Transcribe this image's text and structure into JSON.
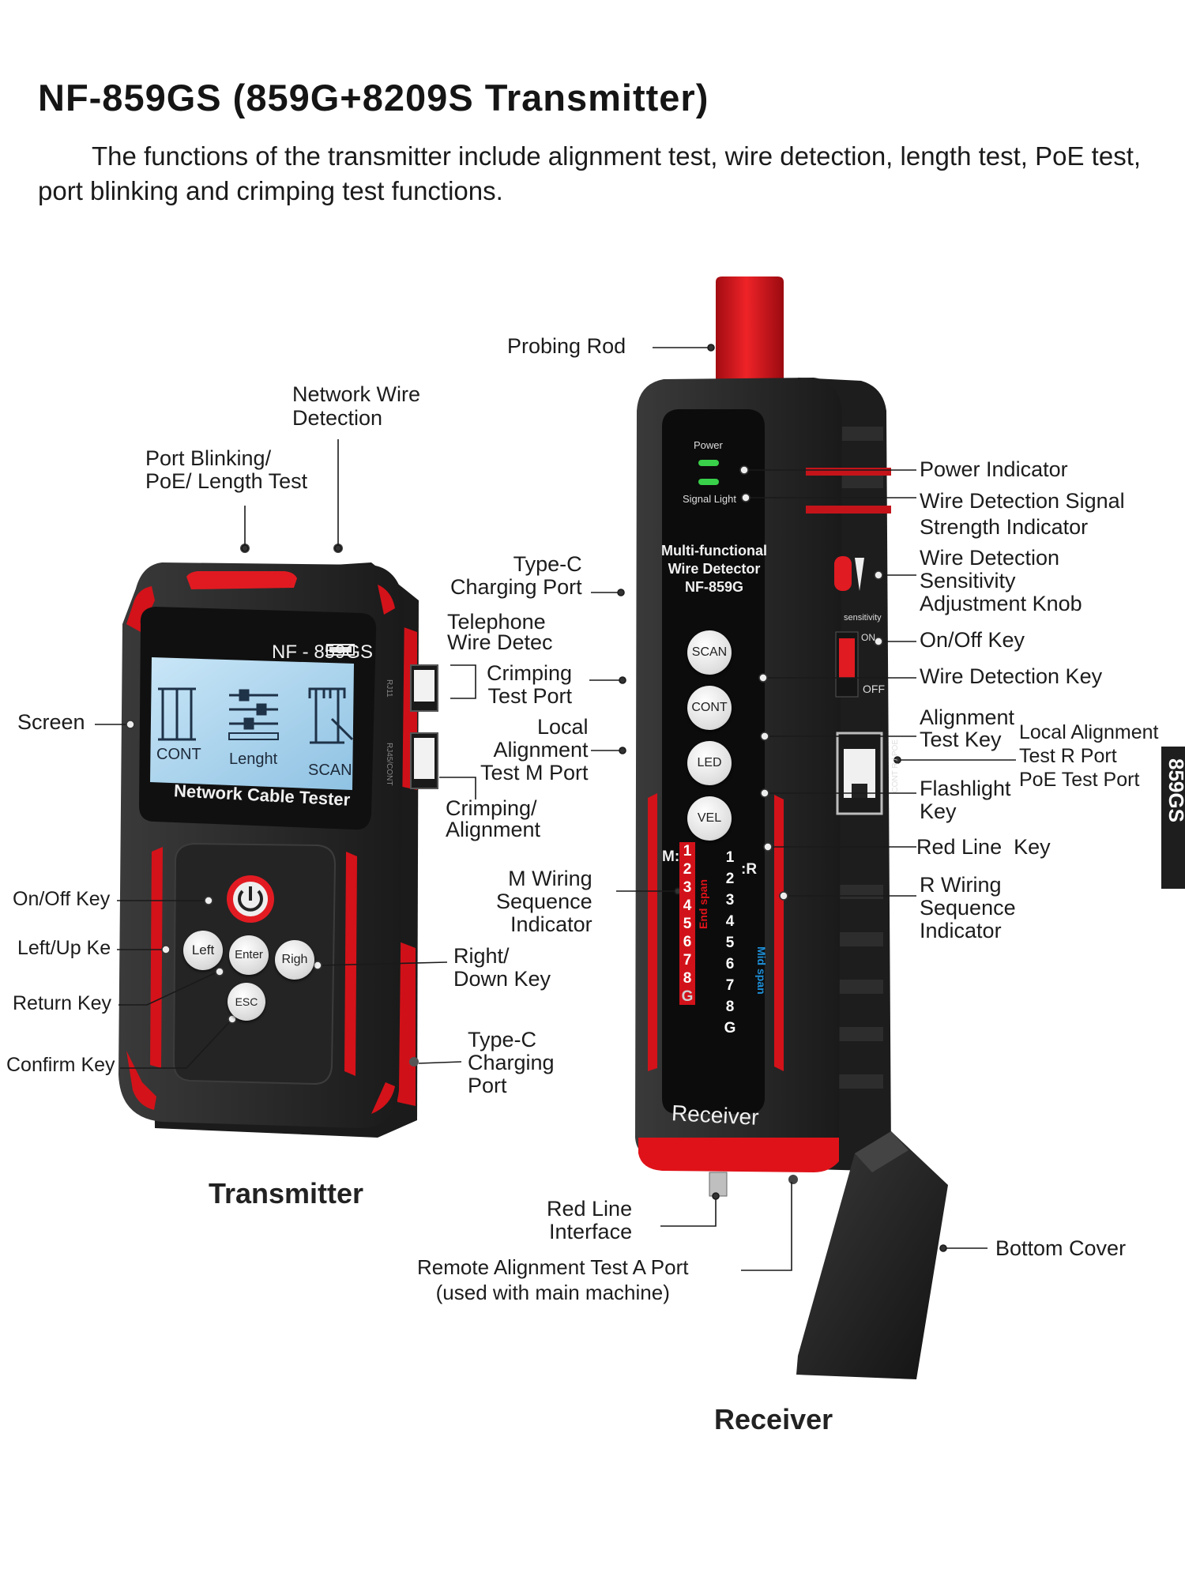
{
  "header": {
    "title": "NF-859GS (859G+8209S Transmitter)",
    "intro": "The functions of the transmitter include alignment test, wire detection, length test, PoE test, port blinking and crimping test functions."
  },
  "transmitter": {
    "model": "NF - 859GS",
    "screen_labels": [
      "CONT",
      "Lenght",
      "SCAN"
    ],
    "device_name": "Network Cable Tester",
    "keys": {
      "left": "Left",
      "enter": "Enter",
      "right": "Righ",
      "esc": "ESC"
    },
    "port_side_labels": [
      "RJ11",
      "RJ45/CONT"
    ],
    "caption": "Transmitter",
    "labels": {
      "network_wire_detection": "Network Wire\nDetection",
      "port_blinking": "Port Blinking/\nPoE/ Length Test",
      "screen": "Screen",
      "typec_charging_top": "Type-C\nCharging Port",
      "telephone_wire": "Telephone\nWire Detec",
      "crimping_test_port": "Crimping\nTest Port",
      "local_alignment_port": "Local\nAlignment\nTest M Port",
      "crimping_alignment": "Crimping/\nAlignment",
      "onoff_key": "On/Off Key",
      "leftup_key": "Left/Up Ke",
      "return_key": "Return Key",
      "confirm_key": "Confirm Key",
      "right_down_key": "Right/\nDown Key",
      "typec_charging_bottom": "Type-C\nCharging\nPort",
      "m_wiring": "M Wiring\nSequence\nIndicator"
    }
  },
  "receiver": {
    "power_label": "Power",
    "signal_label": "Signal Light",
    "device_name": "Multi-functional\nWire Detector\nNF-859G",
    "keys": [
      "SCAN",
      "CONT",
      "LED",
      "VEL"
    ],
    "sensitivity_label": "sensitivity",
    "on_label": "ON",
    "off_label": "OFF",
    "port_label": "CONT R / POE",
    "m_label": "M:",
    "r_label": ":R",
    "m_seq": [
      "1",
      "2",
      "3",
      "4",
      "5",
      "6",
      "7",
      "8",
      "G"
    ],
    "r_seq": [
      "1",
      "2",
      "3",
      "4",
      "5",
      "6",
      "7",
      "8",
      "G"
    ],
    "end_span": "End span",
    "mid_span": "Mid span",
    "name": "Receiver",
    "caption": "Receiver",
    "side_tab": "859GS",
    "labels": {
      "probing_rod": "Probing Rod",
      "power_indicator": "Power Indicator",
      "signal_strength": "Wire Detection Signal\nStrength Indicator",
      "sensitivity_knob": "Wire Detection\nSensitivity\nAdjustment Knob",
      "onoff_key": "On/Off Key",
      "wire_detection_key": "Wire Detection Key",
      "alignment_test_key": "Alignment\nTest Key",
      "local_alignment_r": "Local Alignment\nTest R Port\nPoE Test Port",
      "flashlight_key": "Flashlight\nKey",
      "red_line_key": "Red Line  Key",
      "r_wiring": "R Wiring\nSequence\nIndicator",
      "red_line_interface": "Red Line\nInterface",
      "remote_alignment": "Remote Alignment Test A Port\n(used with main machine)",
      "bottom_cover": "Bottom Cover"
    }
  },
  "colors": {
    "accent_red": "#e0121a",
    "body_dark": "#2b2b2b",
    "screen_blue": "#a9d2ec",
    "led_green": "#39d04a"
  }
}
